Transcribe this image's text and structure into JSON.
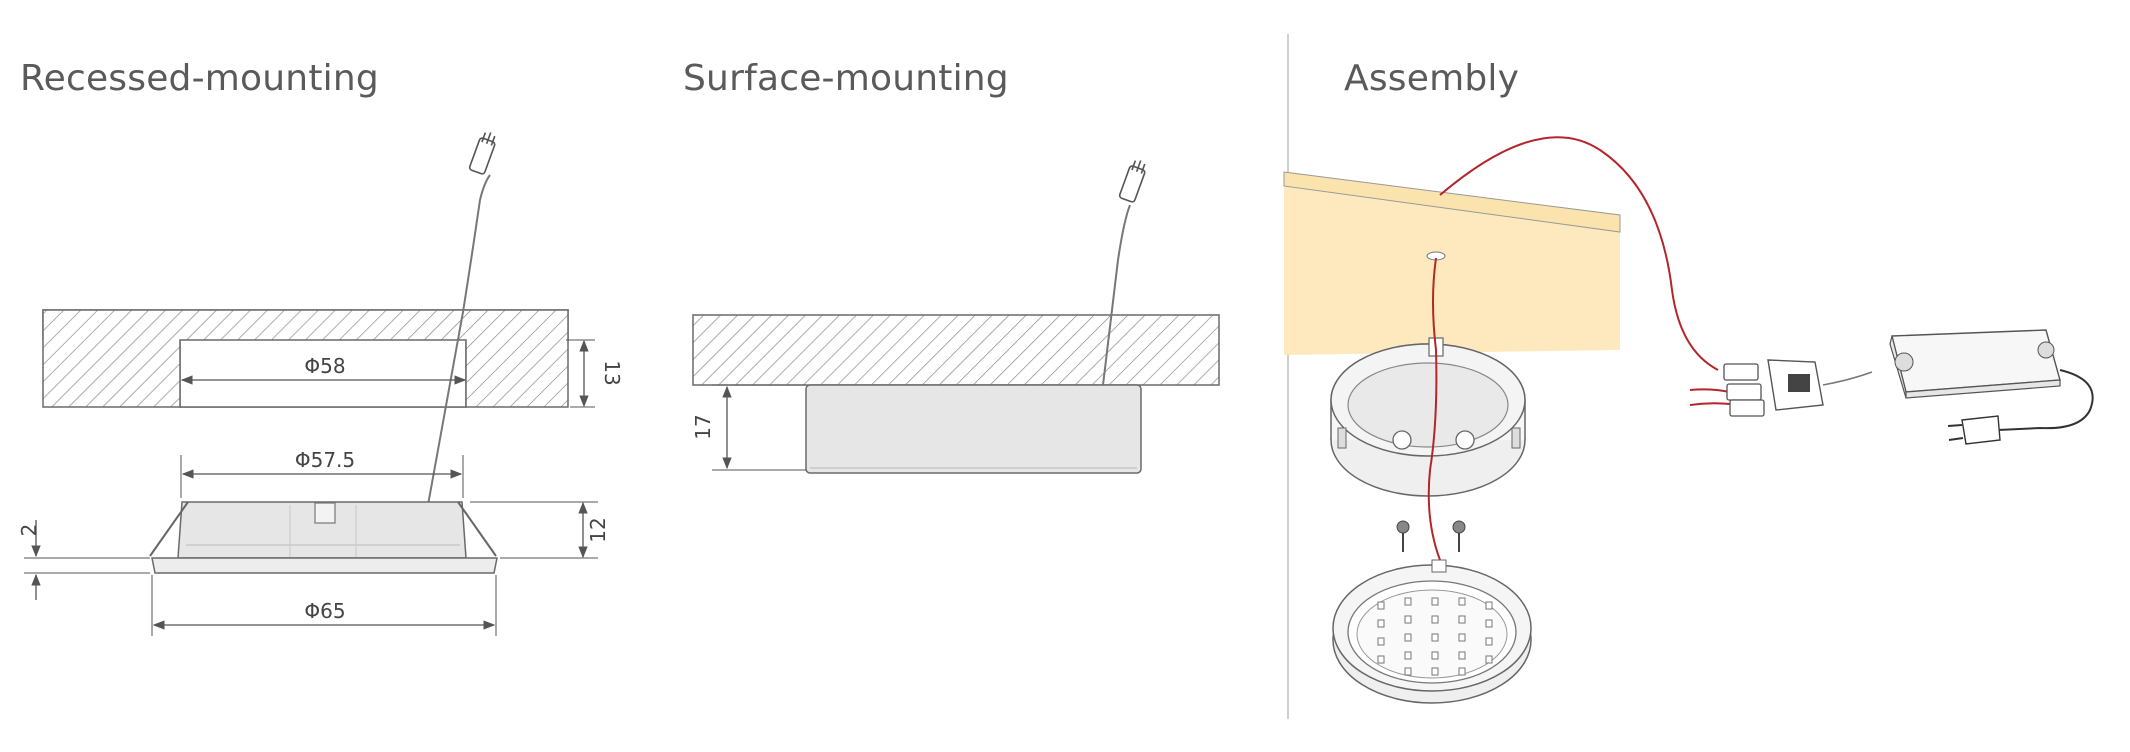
{
  "panels": {
    "recessed": {
      "title": "Recessed-mounting",
      "dims": {
        "cutout": "Φ58",
        "ceiling_thickness": "13",
        "body": "Φ57.5",
        "height": "12",
        "flange": "2",
        "outer": "Φ65"
      }
    },
    "surface": {
      "title": "Surface-mounting",
      "dims": {
        "height": "17"
      }
    },
    "assembly": {
      "title": "Assembly"
    }
  },
  "colors": {
    "line": "#555555",
    "dim_line": "#555555",
    "hatch": "#8a8a8a",
    "fixture_fill": "#e6e6e6",
    "wood": "#fde9bd",
    "wire_red": "#b3262b",
    "divider": "#cfcfcf"
  }
}
